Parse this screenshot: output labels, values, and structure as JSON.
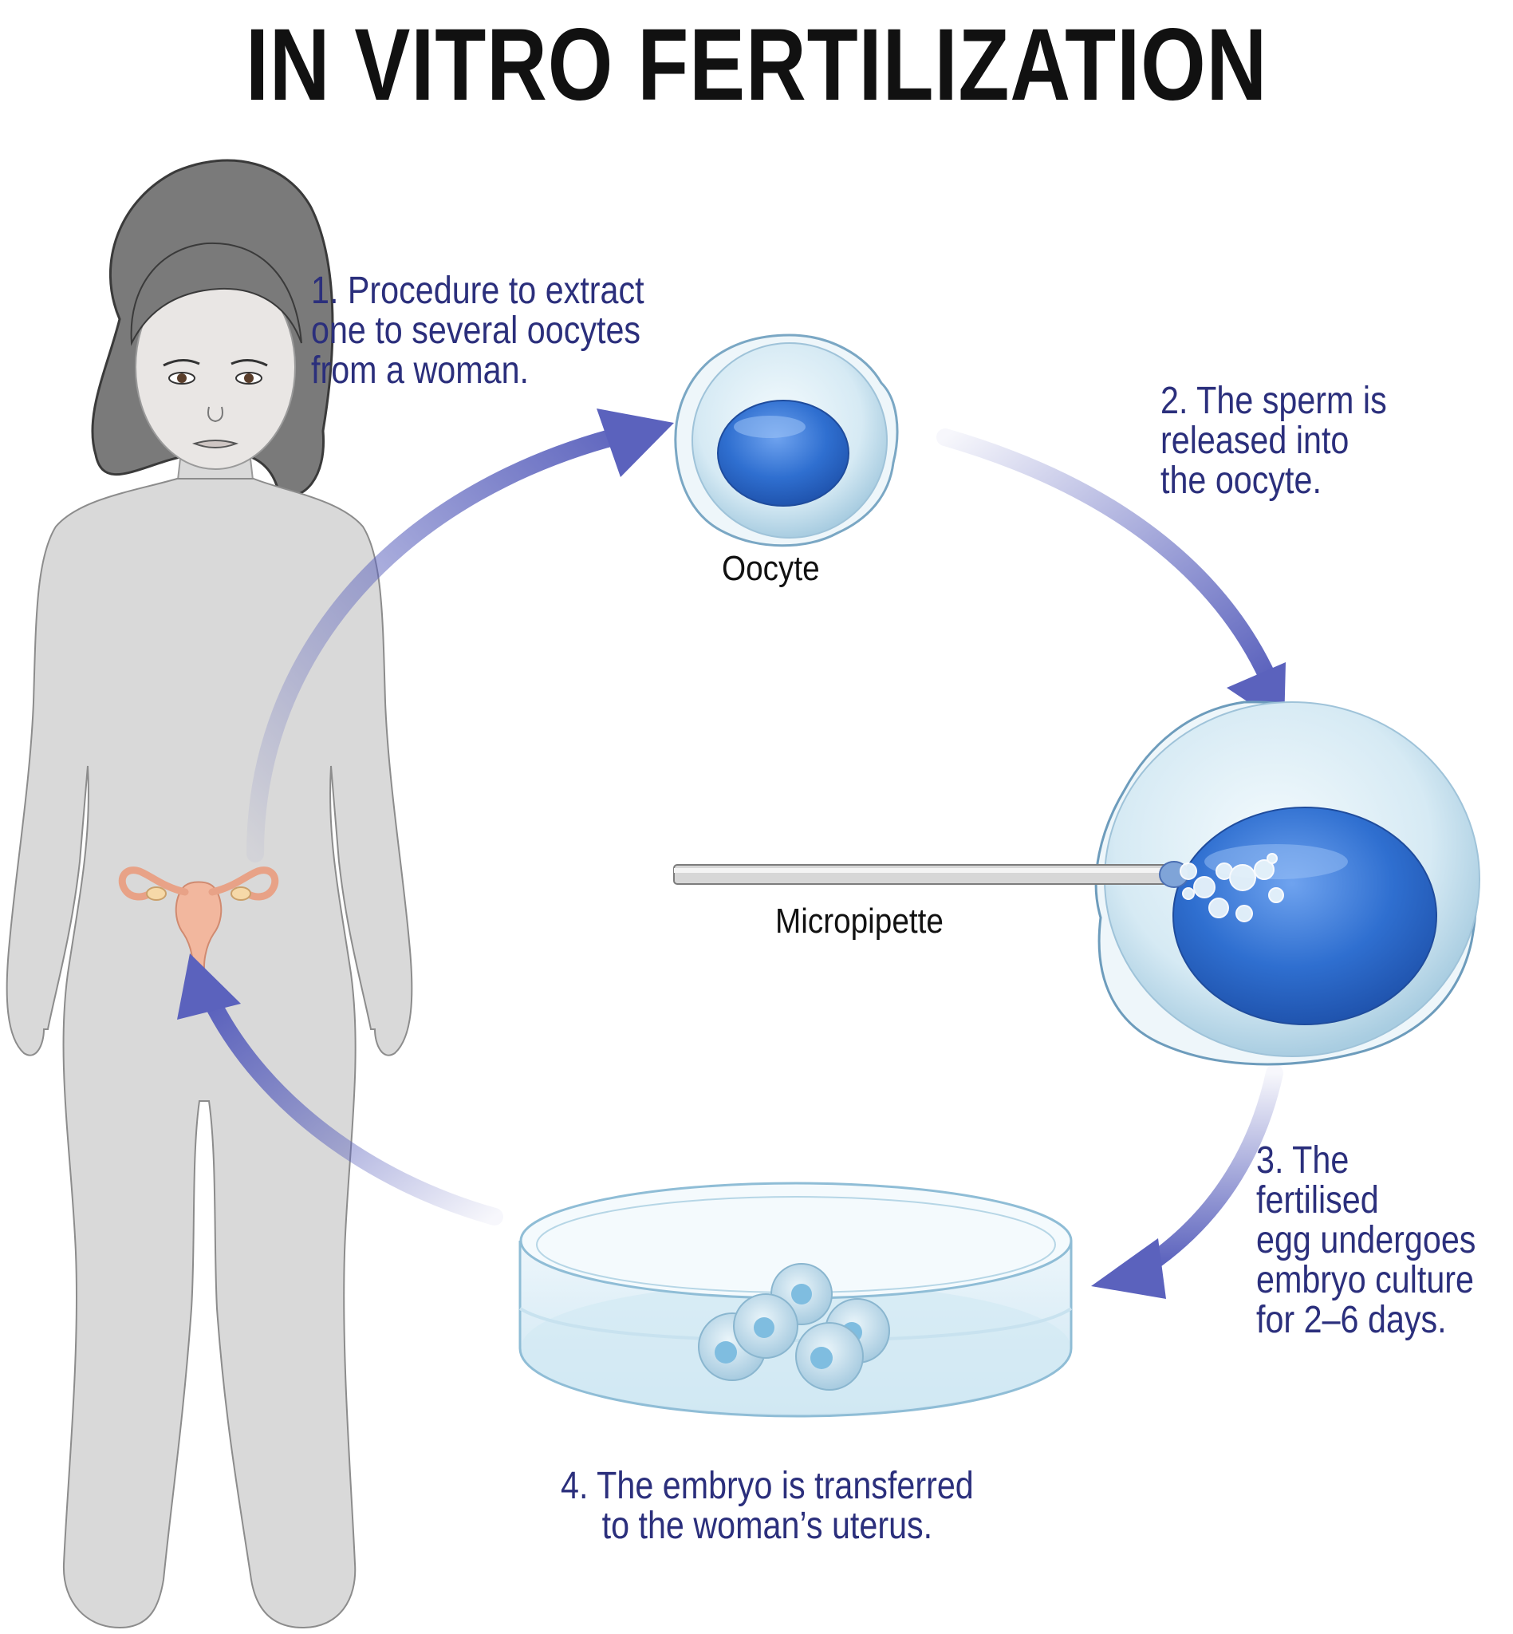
{
  "title": "IN VITRO FERTILIZATION",
  "steps": [
    {
      "text": "1. Procedure to extract\none to several oocytes\nfrom a woman."
    },
    {
      "text": "2. The sperm is\nreleased into\nthe oocyte."
    },
    {
      "text": "3. The fertilised\negg  undergoes\nembryo culture\nfor 2–6 days."
    },
    {
      "text": "4. The embryo is transferred\n to the woman’s uterus."
    }
  ],
  "labels": {
    "oocyte": "Oocyte",
    "micropipette": "Micropipette"
  },
  "colors": {
    "arrow": "#5b62bd",
    "step_text": "#2b2f7c",
    "body": "#d9d9d9",
    "hair": "#7a7a7a",
    "nucleus": "#2f6fd0",
    "cell": "#d8ecf5",
    "uterus": "#f2b79e"
  }
}
